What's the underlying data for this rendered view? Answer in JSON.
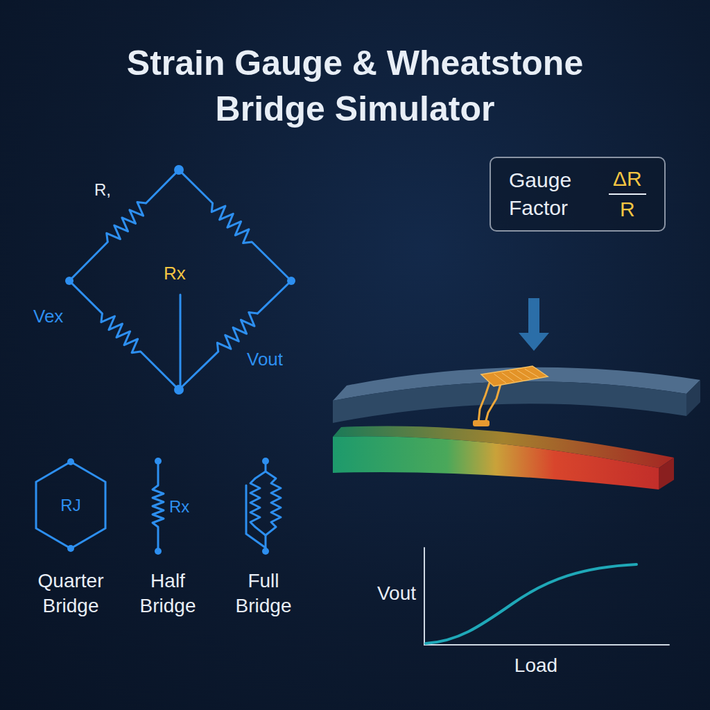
{
  "diagram": {
    "title": "Strain Gauge & Wheatstone Bridge Simulator",
    "nodes": [
      {
        "text": [
          "Gauge Factor",
          "ΔR",
          "R"
        ]
      },
      {
        "text": [
          "RJ"
        ]
      }
    ],
    "labels": [
      "R,",
      "Rx",
      "Vex",
      "Vout",
      "Quarter Bridge",
      "Rx",
      "Half Bridge",
      "Full Bridge",
      "Vout",
      "Load"
    ]
  }
}
